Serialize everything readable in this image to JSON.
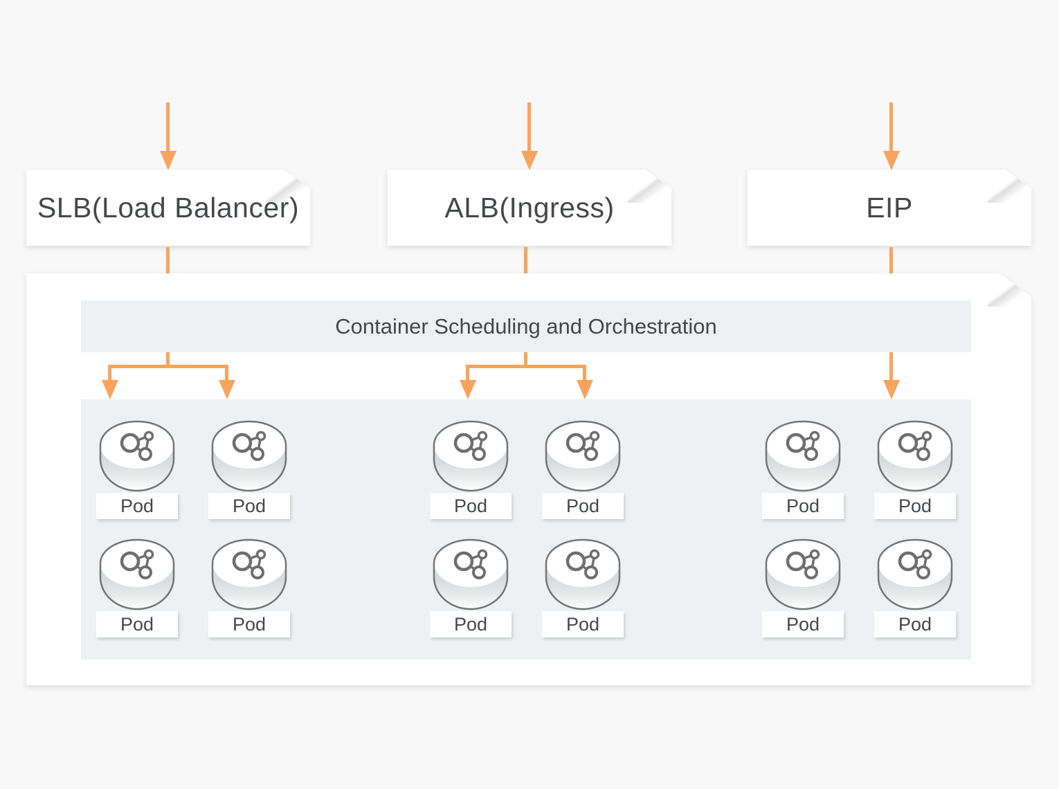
{
  "colors": {
    "accent": "#f9a45c",
    "bg": "#f8f8f9",
    "box": "#ffffff",
    "panel": "#edf1f3",
    "text": "#45474a",
    "pod_stroke": "#757575"
  },
  "top_boxes": [
    {
      "label": "SLB(Load Balancer)"
    },
    {
      "label": "ALB(Ingress)"
    },
    {
      "label": "EIP"
    }
  ],
  "banner": {
    "label": "Container Scheduling and Orchestration"
  },
  "pod_groups": [
    {
      "name": "slb-pods",
      "pods": [
        {
          "label": "Pod"
        },
        {
          "label": "Pod"
        },
        {
          "label": "Pod"
        },
        {
          "label": "Pod"
        }
      ]
    },
    {
      "name": "alb-pods",
      "pods": [
        {
          "label": "Pod"
        },
        {
          "label": "Pod"
        },
        {
          "label": "Pod"
        },
        {
          "label": "Pod"
        }
      ]
    },
    {
      "name": "eip-pods",
      "pods": [
        {
          "label": "Pod"
        },
        {
          "label": "Pod"
        },
        {
          "label": "Pod"
        },
        {
          "label": "Pod"
        }
      ]
    }
  ]
}
